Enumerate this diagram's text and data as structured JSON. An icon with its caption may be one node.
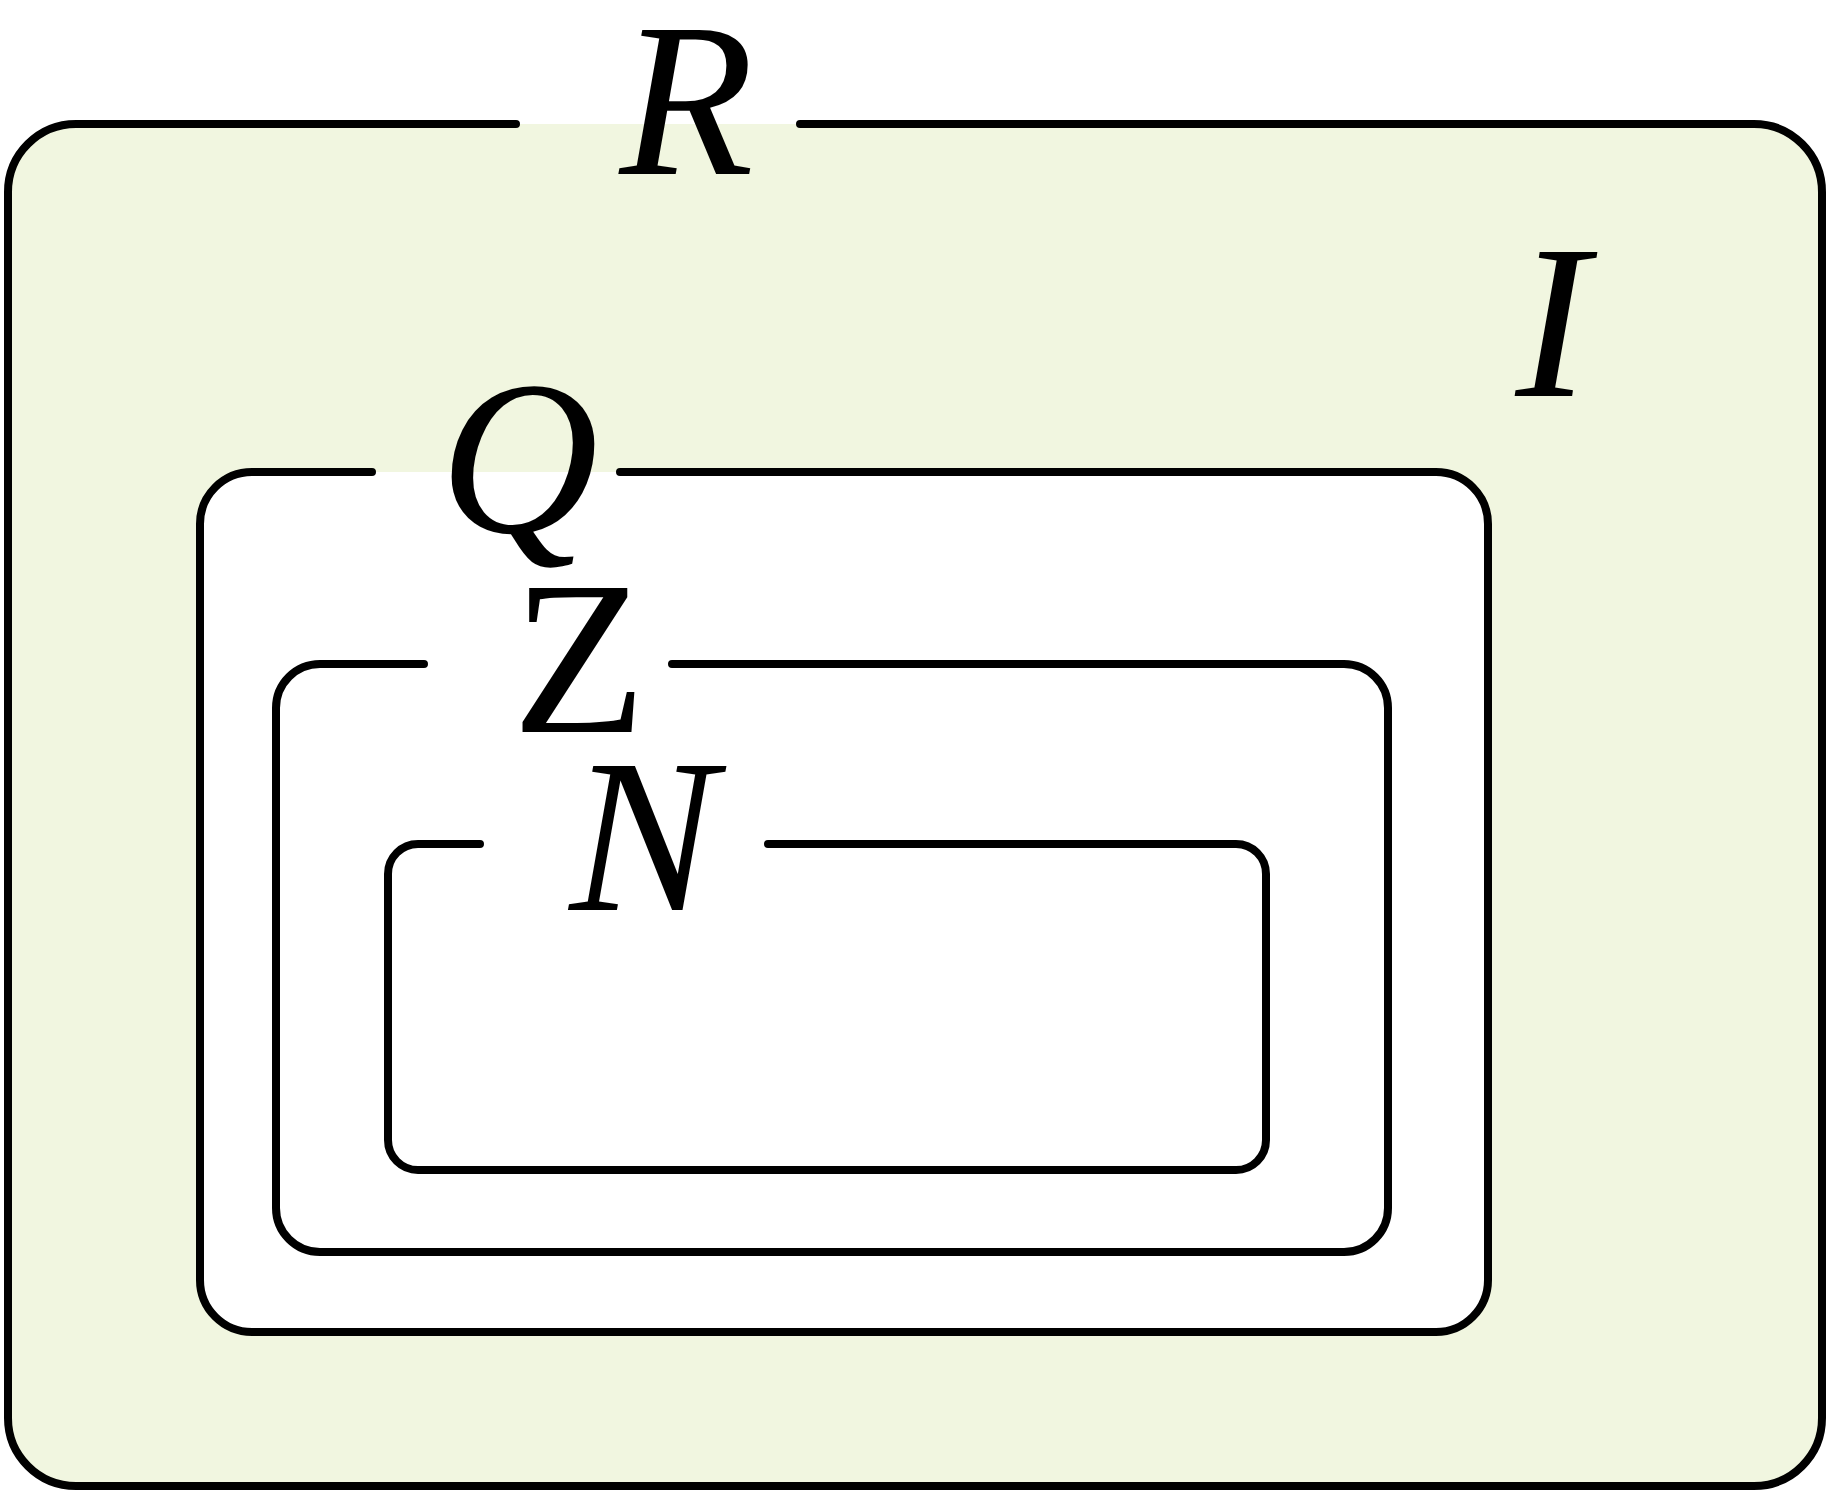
{
  "diagram": {
    "nodes": [
      {
        "text": [
          "R",
          "I"
        ]
      },
      {
        "text": [
          "Q"
        ],
        "in": 0
      },
      {
        "text": [
          "Z"
        ],
        "in": 1
      },
      {
        "text": [
          "N"
        ],
        "in": 2
      }
    ]
  }
}
